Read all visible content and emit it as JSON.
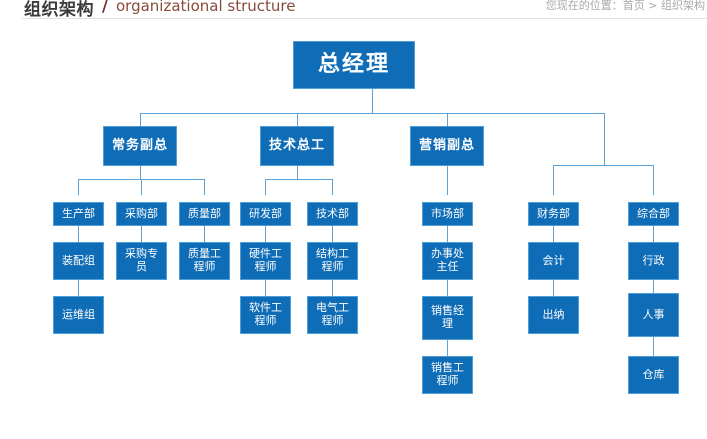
{
  "header": {
    "title_cn": "组织架构",
    "separator": "/",
    "title_en": "organizational structure",
    "path": "您现在的位置：首页 > 组织架构"
  },
  "colors": {
    "node_fill": "#0f6cb6",
    "node_border": "#4f9ed6",
    "connector": "#5ba3d9",
    "title_cn": "#3b3b3b",
    "title_en": "#8a4a38",
    "path_text": "#a9a9a9"
  },
  "chart_data": {
    "type": "diagram",
    "title": "组织架构",
    "root": "总经理",
    "nodes": [
      {
        "id": "n0",
        "label": "总经理",
        "level": 1,
        "parent": null
      },
      {
        "id": "n1",
        "label": "常务副总",
        "level": 2,
        "parent": "n0"
      },
      {
        "id": "n2",
        "label": "技术总工",
        "level": 2,
        "parent": "n0"
      },
      {
        "id": "n3",
        "label": "营销副总",
        "level": 2,
        "parent": "n0"
      },
      {
        "id": "n4",
        "label": "生产部",
        "level": 3,
        "parent": "n1"
      },
      {
        "id": "n5",
        "label": "采购部",
        "level": 3,
        "parent": "n1"
      },
      {
        "id": "n6",
        "label": "质量部",
        "level": 3,
        "parent": "n1"
      },
      {
        "id": "n7",
        "label": "研发部",
        "level": 3,
        "parent": "n2"
      },
      {
        "id": "n8",
        "label": "技术部",
        "level": 3,
        "parent": "n2"
      },
      {
        "id": "n9",
        "label": "市场部",
        "level": 3,
        "parent": "n3"
      },
      {
        "id": "n10",
        "label": "财务部",
        "level": 3,
        "parent": "n0"
      },
      {
        "id": "n11",
        "label": "综合部",
        "level": 3,
        "parent": "n0"
      },
      {
        "id": "n12",
        "label": "装配组",
        "level": 4,
        "parent": "n4"
      },
      {
        "id": "n13",
        "label": "采购专员",
        "level": 4,
        "parent": "n5"
      },
      {
        "id": "n14",
        "label": "质量工程师",
        "level": 4,
        "parent": "n6"
      },
      {
        "id": "n15",
        "label": "硬件工程师",
        "level": 4,
        "parent": "n7"
      },
      {
        "id": "n16",
        "label": "结构工程师",
        "level": 4,
        "parent": "n8"
      },
      {
        "id": "n17",
        "label": "办事处主任",
        "level": 4,
        "parent": "n9"
      },
      {
        "id": "n18",
        "label": "会计",
        "level": 4,
        "parent": "n10"
      },
      {
        "id": "n19",
        "label": "行政",
        "level": 4,
        "parent": "n11"
      },
      {
        "id": "n20",
        "label": "运维组",
        "level": 5,
        "parent": "n12"
      },
      {
        "id": "n21",
        "label": "软件工程师",
        "level": 5,
        "parent": "n15"
      },
      {
        "id": "n22",
        "label": "电气工程师",
        "level": 5,
        "parent": "n16"
      },
      {
        "id": "n23",
        "label": "销售经理",
        "level": 5,
        "parent": "n17"
      },
      {
        "id": "n24",
        "label": "出纳",
        "level": 5,
        "parent": "n18"
      },
      {
        "id": "n25",
        "label": "人事",
        "level": 5,
        "parent": "n19"
      },
      {
        "id": "n26",
        "label": "销售工程师",
        "level": 6,
        "parent": "n23"
      },
      {
        "id": "n27",
        "label": "仓库",
        "level": 6,
        "parent": "n25"
      }
    ],
    "labels": {
      "n0": "总经理",
      "n1": "常务副总",
      "n2": "技术总工",
      "n3": "营销副总",
      "n4": "生产部",
      "n5": "采购部",
      "n6": "质量部",
      "n7": "研发部",
      "n8": "技术部",
      "n9": "市场部",
      "n10": "财务部",
      "n11": "综合部",
      "n12": "装配组",
      "n13": "采购专\n员",
      "n14": "质量工\n程师",
      "n15": "硬件工\n程师",
      "n16": "结构工\n程师",
      "n17": "办事处\n主任",
      "n18": "会计",
      "n19": "行政",
      "n20": "运维组",
      "n21": "软件工\n程师",
      "n22": "电气工\n程师",
      "n23": "销售经\n理",
      "n24": "出纳",
      "n25": "人事",
      "n26": "销售工\n程师",
      "n27": "仓库"
    }
  }
}
